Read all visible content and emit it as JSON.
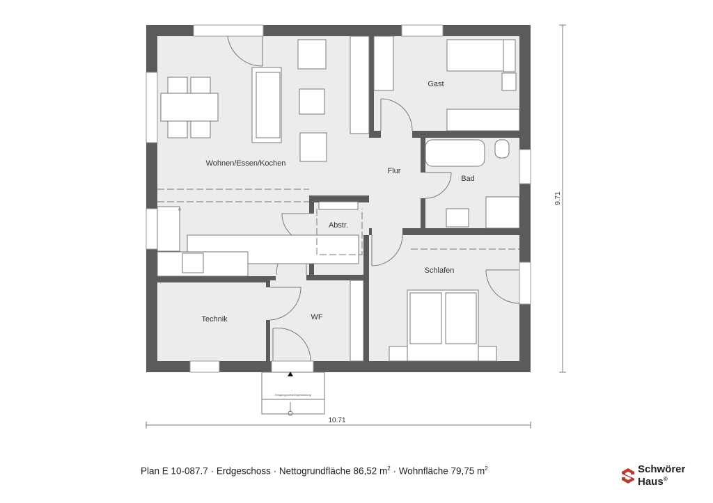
{
  "rooms": {
    "wohnen": "Wohnen/Essen/Kochen",
    "gast": "Gast",
    "flur": "Flur",
    "bad": "Bad",
    "abstr": "Abstr.",
    "schlafen": "Schlafen",
    "technik": "Technik",
    "wf": "WF"
  },
  "entrance_note": "Eingangpodest Eigenleistung",
  "dimensions": {
    "width": "10.71",
    "depth": "9.71"
  },
  "caption": {
    "plan": "Plan E 10-087.7",
    "floor": "Erdgeschoss",
    "net_area_label": "Nettogrundfläche 86,52 m",
    "living_area_label": "Wohnfläche 79,75 m",
    "unit_sup": "2",
    "separator": " · "
  },
  "logo": {
    "line1": "Schwörer",
    "line2": "Haus",
    "mark": "®",
    "color": "#c0392b"
  },
  "colors": {
    "wall": "#5b5b5b",
    "floor": "#ececec"
  }
}
